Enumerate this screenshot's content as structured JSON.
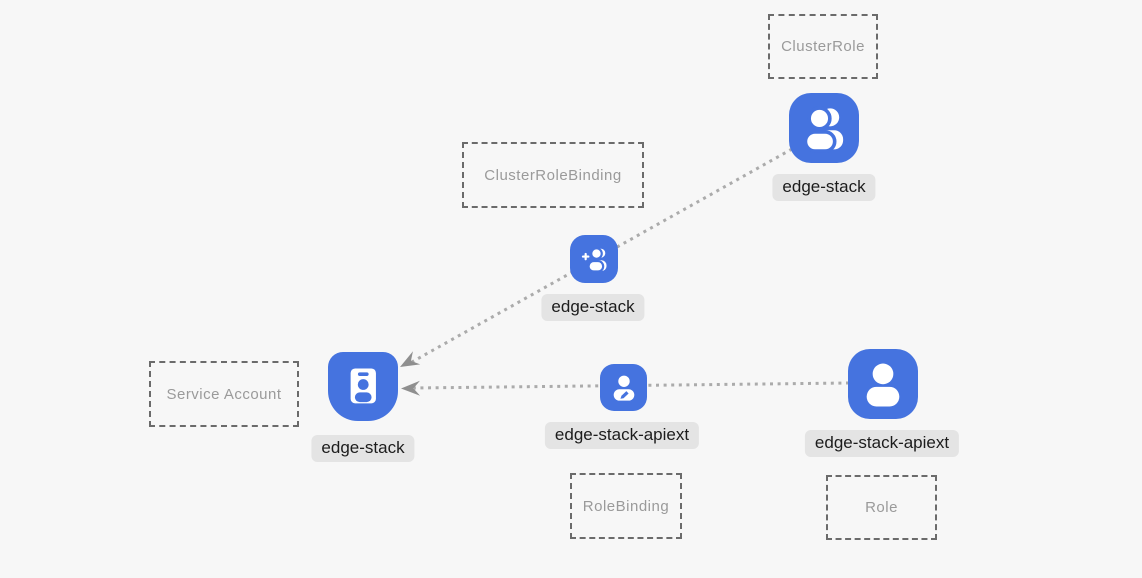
{
  "diagram": {
    "boxes": {
      "cluster_role": {
        "label": "ClusterRole"
      },
      "cluster_role_binding": {
        "label": "ClusterRoleBinding"
      },
      "service_account": {
        "label": "Service Account"
      },
      "role_binding": {
        "label": "RoleBinding"
      },
      "role": {
        "label": "Role"
      }
    },
    "nodes": {
      "cluster_role": {
        "label": "edge-stack",
        "icon": "users-icon"
      },
      "cluster_role_binding": {
        "label": "edge-stack",
        "icon": "user-add-icon"
      },
      "service_account": {
        "label": "edge-stack",
        "icon": "id-badge-icon"
      },
      "role_binding": {
        "label": "edge-stack-apiext",
        "icon": "user-edit-icon"
      },
      "role": {
        "label": "edge-stack-apiext",
        "icon": "user-icon"
      }
    },
    "edges": [
      {
        "from": "cluster_role",
        "through": "cluster_role_binding",
        "to": "service_account",
        "style": "dotted-arrow"
      },
      {
        "from": "role",
        "through": "role_binding",
        "to": "service_account",
        "style": "dotted-arrow"
      }
    ],
    "colors": {
      "node_blue": "#4573df",
      "glyph_white": "#ffffff",
      "label_bg": "#e4e4e4",
      "label_text": "#1c1c1c",
      "box_border": "#6b6b6b",
      "box_text": "#9a9a9a",
      "edge_dots": "#ababab",
      "arrowhead": "#8f8f8f",
      "background": "#f7f7f7"
    }
  }
}
